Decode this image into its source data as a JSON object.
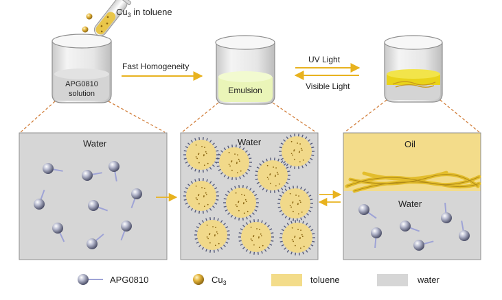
{
  "steps": {
    "tube_label_main": "Cu",
    "tube_label_sub": "3",
    "tube_label_rest": " in toluene",
    "beaker1_line1": "APG0810",
    "beaker1_line2": "solution",
    "beaker2_label": "Emulsion",
    "arrow1_label": "Fast Homogeneity",
    "arrow_uv_label": "UV Light",
    "arrow_visible_label": "Visible Light"
  },
  "panels": {
    "panel1_label": "Water",
    "panel2_label": "Water",
    "panel3_oil_label": "Oil",
    "panel3_water_label": "Water"
  },
  "legend": {
    "surfactant": "APG0810",
    "cluster_main": "Cu",
    "cluster_sub": "3",
    "toluene": "toluene",
    "water": "water"
  },
  "colors": {
    "arrow": "#e8b21e",
    "dash_line": "#d27f3c",
    "toluene": "#f3dc8a",
    "water": "#d6d6d6",
    "emulsion": "#eaf5b8",
    "fibers": "#e3bd2c"
  }
}
